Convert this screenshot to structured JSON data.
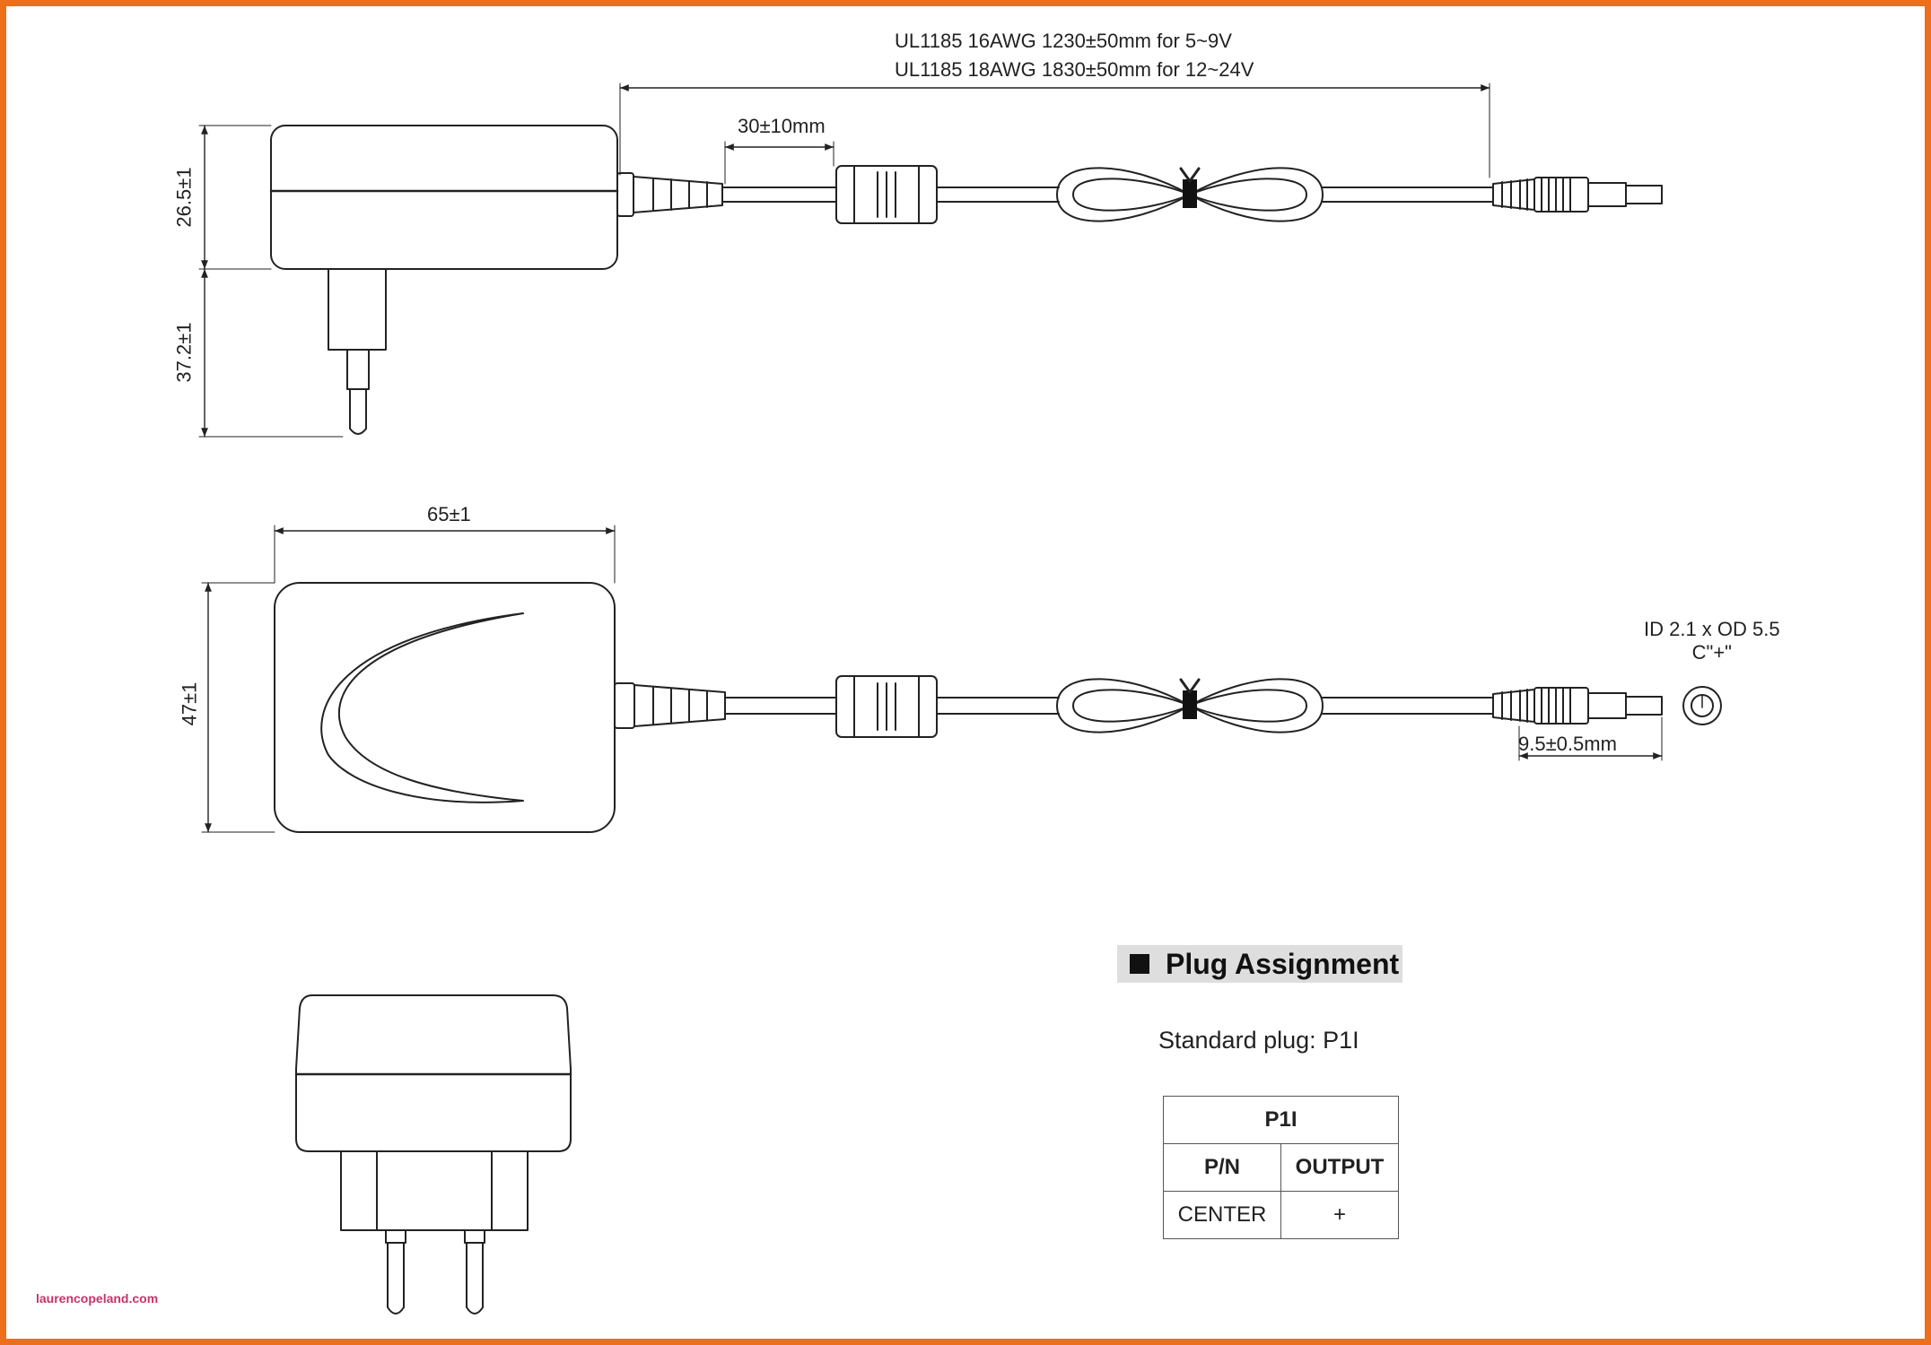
{
  "cable_note": {
    "line1": "UL1185 16AWG 1230±50mm for 5~9V",
    "line2": "UL1185 18AWG 1830±50mm for 12~24V"
  },
  "dimensions": {
    "core_distance": "30±10mm",
    "height_top": "26.5±1",
    "pin_length": "37.2±1",
    "width": "65±1",
    "depth": "47±1",
    "plug_length": "9.5±0.5mm"
  },
  "plug_spec": {
    "line1": "ID 2.1 x OD 5.5",
    "line2": "C\"+\""
  },
  "plug_assignment": {
    "heading": "Plug Assignment",
    "standard_plug": "Standard plug: P1I",
    "table": {
      "title": "P1I",
      "headers": [
        "P/N",
        "OUTPUT"
      ],
      "rows": [
        [
          "CENTER",
          "+"
        ]
      ]
    }
  },
  "watermark": "laurencopeland.com",
  "colors": {
    "border": "#ee6f1b",
    "line": "#222222",
    "watermark": "#c8326b"
  }
}
